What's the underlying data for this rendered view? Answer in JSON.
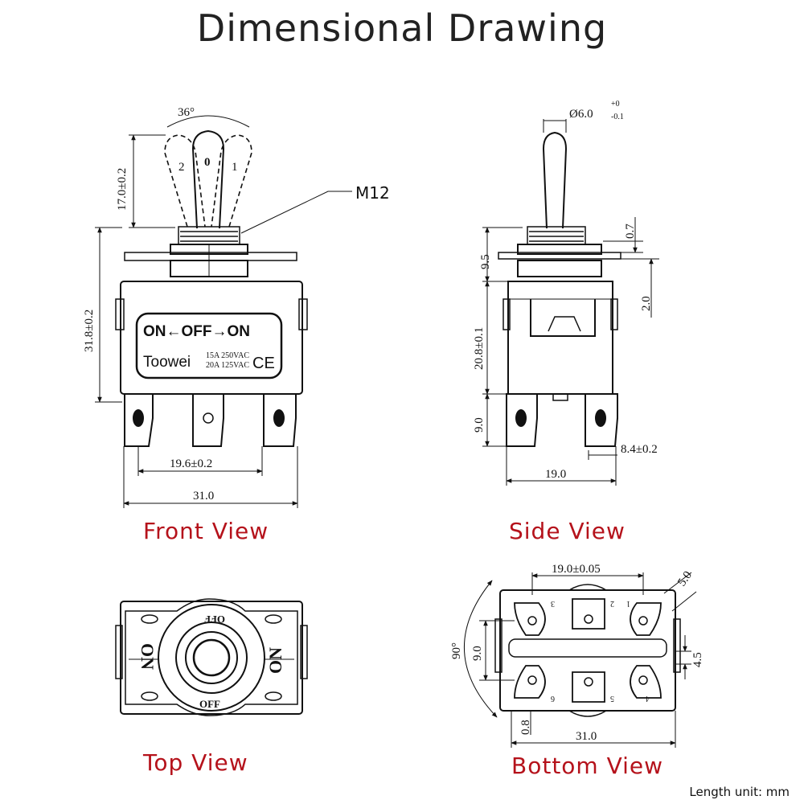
{
  "title": "Dimensional Drawing",
  "unit_note": "Length unit: mm",
  "front": {
    "view_label": "Front View",
    "angle": "36°",
    "handle_height": "17.0±0.2",
    "thread": "M12",
    "body_height": "31.8±0.2",
    "terminal_pitch": "19.6±0.2",
    "width": "31.0",
    "plate_text": "ON←OFF→ON",
    "brand": "Toowei",
    "ratings": [
      "15A 250VAC",
      "20A 125VAC"
    ],
    "ce": "CE",
    "pos_labels": [
      "2",
      "0",
      "1"
    ]
  },
  "side": {
    "view_label": "Side View",
    "lever_dia": "Ø6.0",
    "lever_tol_upper": "+0",
    "lever_tol_lower": "-0.1",
    "bushing": "9.5",
    "nut": "0.7",
    "plate": "2.0",
    "body_height": "20.8±0.1",
    "terminal": "9.0",
    "terminal_width": "8.4±0.2",
    "width": "19.0"
  },
  "top": {
    "view_label": "Top View",
    "label_on_left": "ON",
    "label_on_right": "ON",
    "label_off_top": "OFF",
    "label_off_bottom": "OFF"
  },
  "bottom": {
    "view_label": "Bottom View",
    "pitch_x": "19.0±0.05",
    "angle": "90°",
    "pitch_y": "9.0",
    "pin_w": "5.0",
    "pin_h": "4.5",
    "offset": "0.8",
    "width": "31.0",
    "pin_numbers": [
      "3",
      "2",
      "1",
      "6",
      "5",
      "4"
    ]
  }
}
